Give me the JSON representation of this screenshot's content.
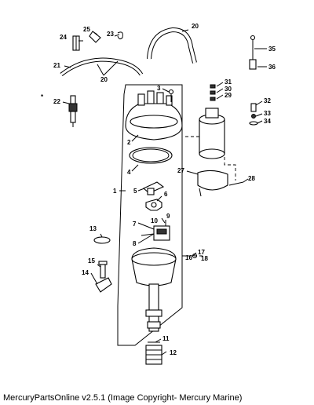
{
  "caption": "MercuryPartsOnline v2.5.1 (Image Copyright- Mercury Marine)",
  "callouts": [
    "1",
    "2",
    "3",
    "4",
    "5",
    "6",
    "7",
    "8",
    "9",
    "10",
    "11",
    "12",
    "13",
    "14",
    "15",
    "16",
    "17",
    "18",
    "20",
    "21",
    "22",
    "23",
    "24",
    "25",
    "27",
    "28",
    "29",
    "30",
    "31",
    "32",
    "33",
    "34",
    "35",
    "36",
    "20"
  ]
}
